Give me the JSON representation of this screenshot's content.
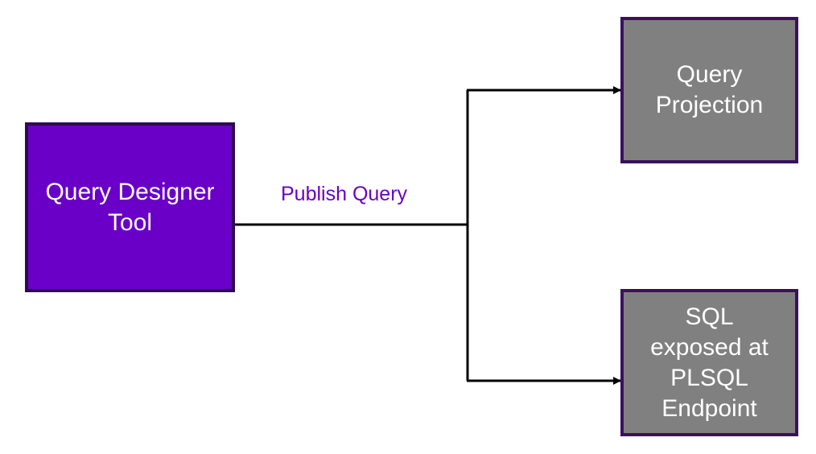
{
  "colors": {
    "source_fill": "#6a00c8",
    "target_fill": "#808080",
    "connector": "#000000",
    "edge_label": "#6a00c8"
  },
  "nodes": {
    "source": {
      "lines": [
        "Query Designer",
        "Tool"
      ]
    },
    "top_target": {
      "lines": [
        "Query",
        "Projection"
      ]
    },
    "bottom_target": {
      "lines": [
        "SQL",
        "exposed at",
        "PLSQL",
        "Endpoint"
      ]
    }
  },
  "edge": {
    "label": "Publish Query"
  }
}
